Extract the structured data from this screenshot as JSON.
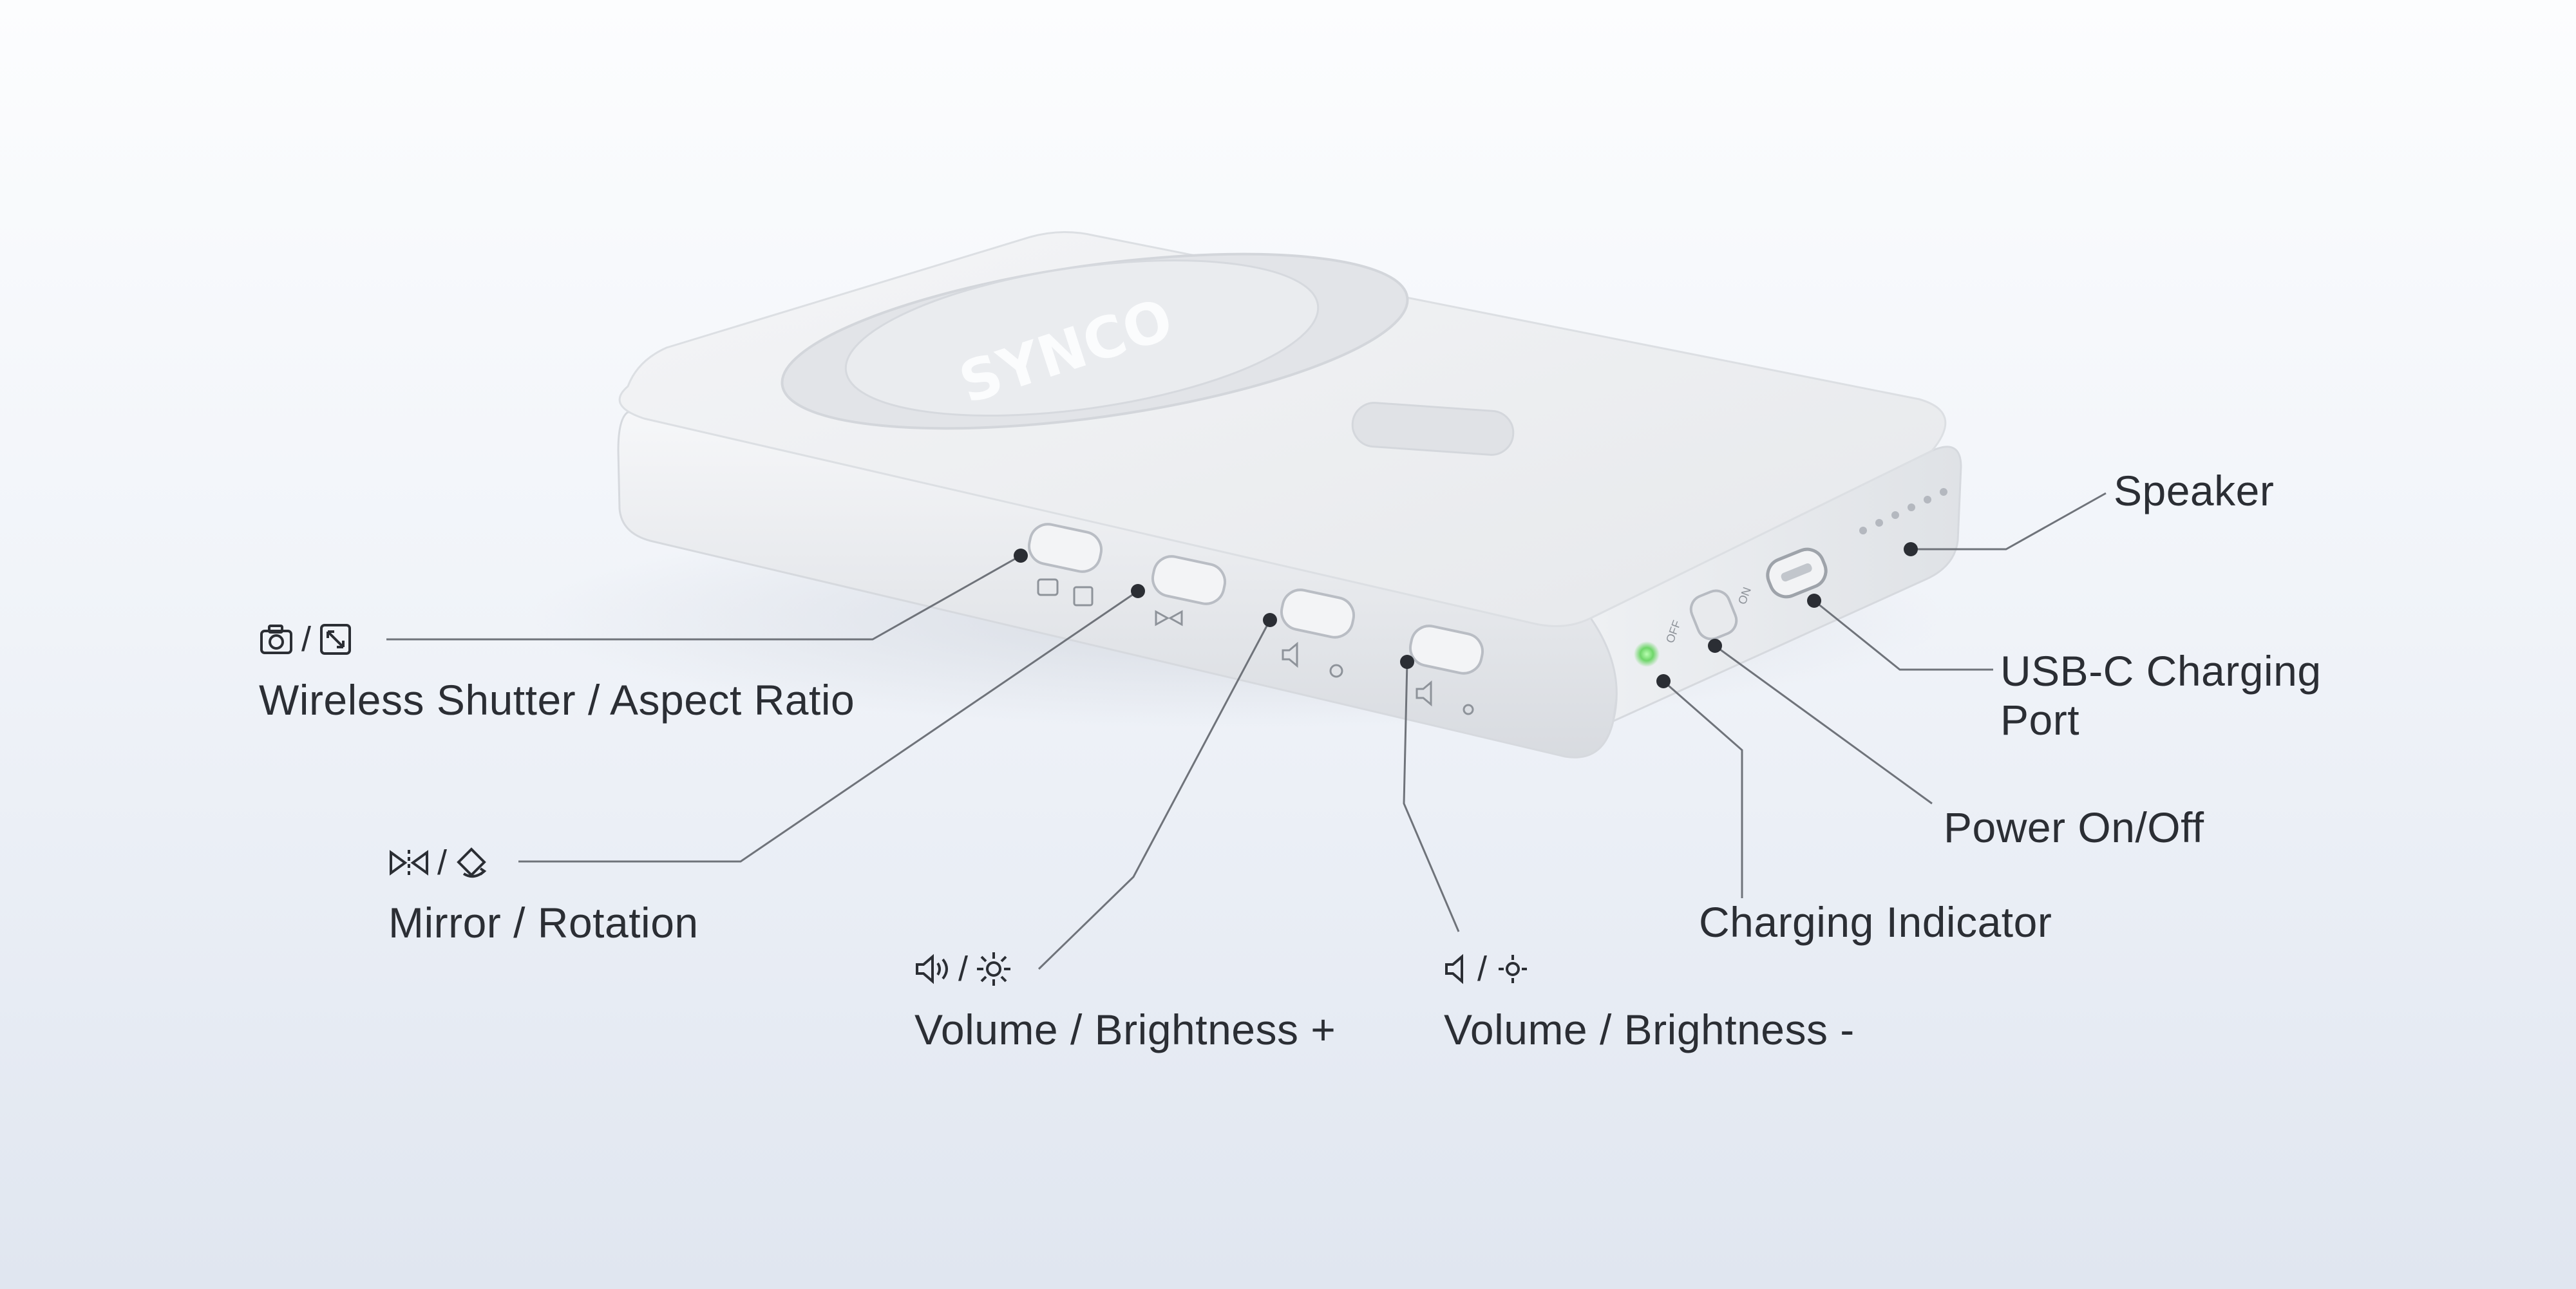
{
  "device": {
    "brand": "SYNCO",
    "button_marks": [
      "camera-aspect-marking",
      "mirror-rotation-marking",
      "volume-brightness-up-marking",
      "volume-brightness-down-marking"
    ],
    "switch_marks": {
      "off": "OFF",
      "on": "ON"
    }
  },
  "callouts": {
    "shutter": {
      "label": "Wireless Shutter / Aspect Ratio",
      "icons": [
        "camera-icon",
        "aspect-ratio-icon"
      ]
    },
    "mirror": {
      "label": "Mirror / Rotation",
      "icons": [
        "mirror-icon",
        "rotation-icon"
      ]
    },
    "vol_up": {
      "label": "Volume / Brightness +",
      "icons": [
        "volume-up-icon",
        "brightness-up-icon"
      ]
    },
    "vol_down": {
      "label": "Volume / Brightness -",
      "icons": [
        "volume-down-icon",
        "brightness-down-icon"
      ]
    },
    "speaker": {
      "label": "Speaker"
    },
    "usb": {
      "label": "USB-C Charging Port"
    },
    "power": {
      "label": "Power On/Off"
    },
    "charging": {
      "label": "Charging Indicator"
    }
  },
  "colors": {
    "leader_line": "#6f737a",
    "indicator_led": "#6fd66a",
    "device_body": "#eceef1"
  }
}
